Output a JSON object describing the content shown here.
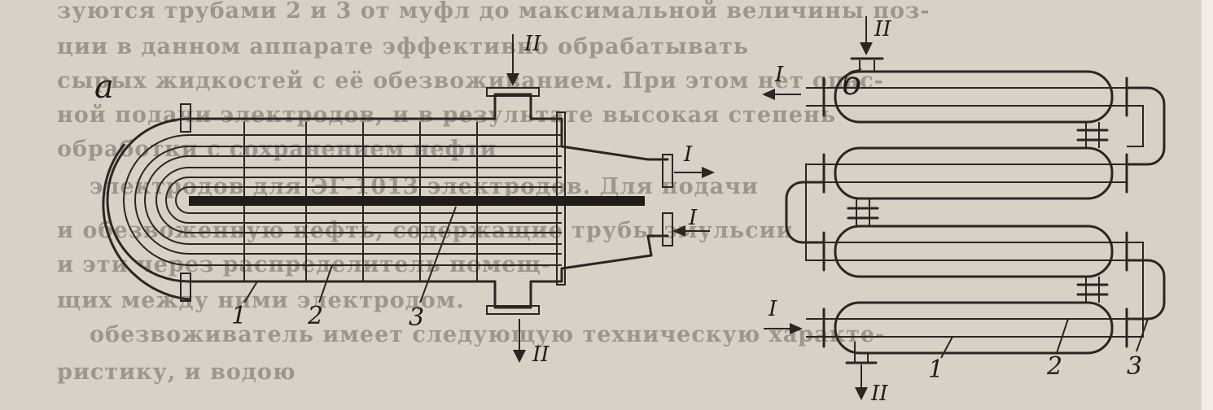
{
  "colors": {
    "paper": "#d9d1c5",
    "ink": "#2a2622",
    "bleed": "#9d968c"
  },
  "background_text": [
    "зуются трубами 2 и 3 от муфл до максимальной величины поз-",
    "ции в данном аппарате эффективно обрабатывать",
    "сырых жидкостей с её обезвоживанием. При этом нет опас-",
    "ной подачи электродов, и в результате высокая степень",
    "обработки с сохранением нефти",
    "электродов для ЭГ-1013 электродов. Для подачи",
    "и обезвоженную нефть, содержащие трубы эмульсии",
    "и эти через распределитель помещ-",
    "щих между ними электродом.",
    "обезвоживатель имеет следующую техническую характе-",
    "ристику, и водою"
  ],
  "panel_a": {
    "letter": "а",
    "flow_in_top": "II",
    "flow_out_upper": "I",
    "flow_in_lower": "I",
    "flow_out_bottom": "II",
    "callouts": [
      "1",
      "2",
      "3"
    ]
  },
  "panel_b": {
    "letter": "б",
    "flow_in_top": "II",
    "flow_out_top_left": "I",
    "flow_in_bottom_left": "I",
    "flow_out_bottom": "II",
    "callouts": [
      "1",
      "2",
      "3"
    ]
  }
}
